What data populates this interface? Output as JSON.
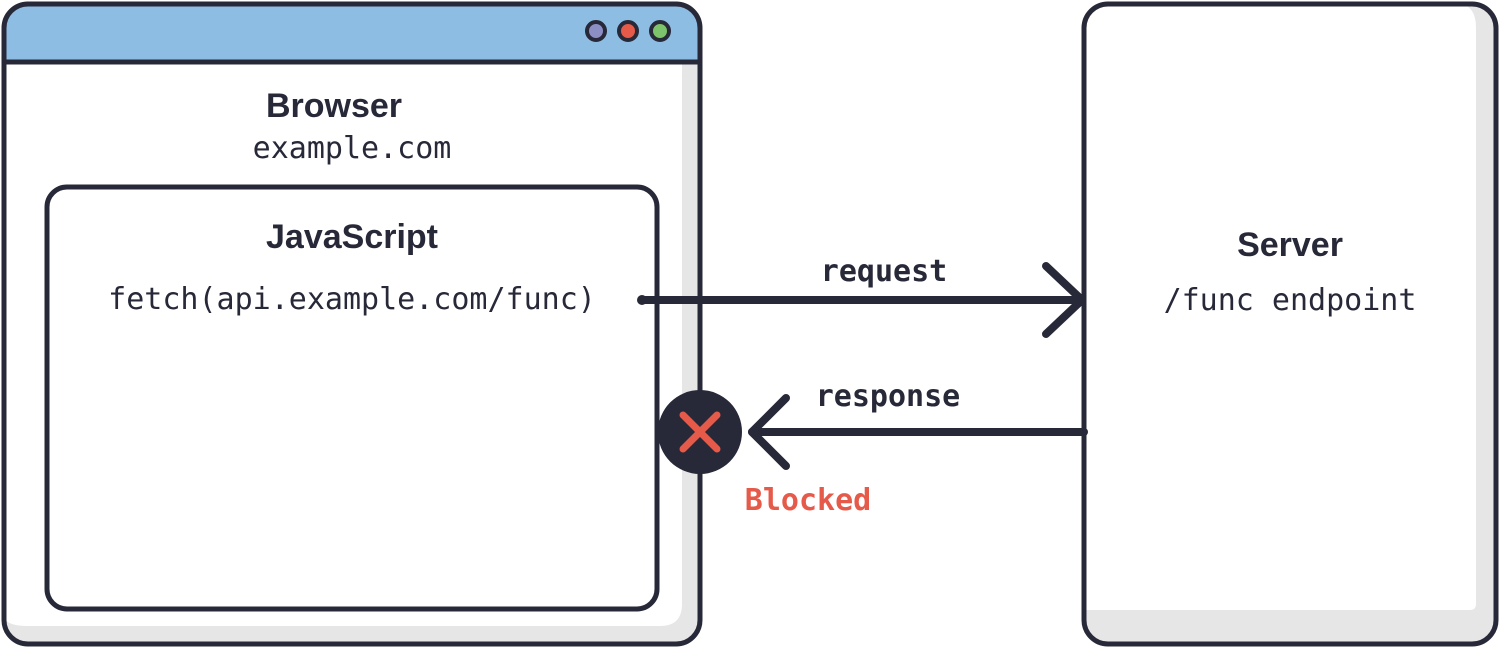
{
  "browser": {
    "title": "Browser",
    "origin": "example.com",
    "window_dots": [
      "#8c8fc4",
      "#e65a4a",
      "#7cc36b"
    ],
    "titlebar_color": "#8dbde3"
  },
  "javascript": {
    "title": "JavaScript",
    "code": "fetch(api.example.com/func)"
  },
  "server": {
    "title": "Server",
    "endpoint": "/func endpoint"
  },
  "arrows": {
    "request_label": "request",
    "response_label": "response",
    "blocked_label": "Blocked",
    "blocked_color": "#e65a4a"
  },
  "colors": {
    "outline": "#272838",
    "shadow": "#e6e6e6"
  }
}
